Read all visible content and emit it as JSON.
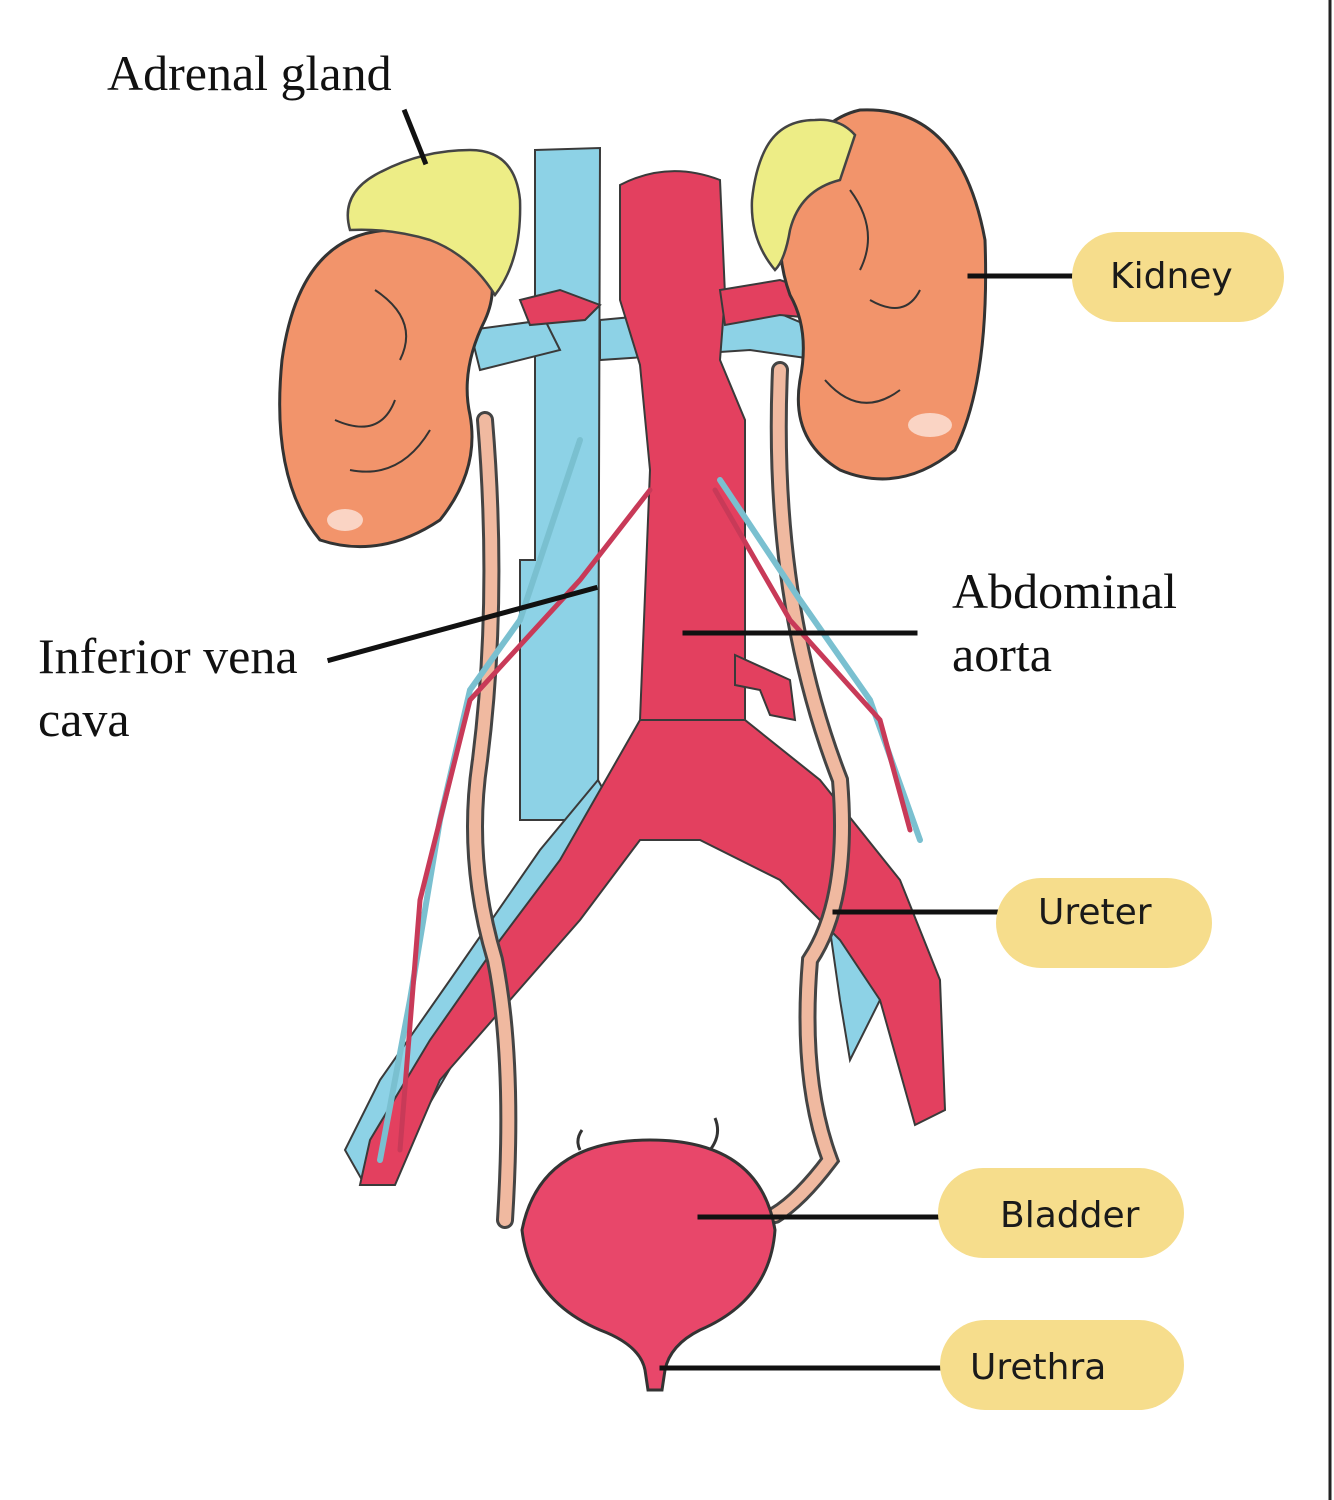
{
  "labels": {
    "adrenal_gland": "Adrenal gland",
    "inferior_vena_cava_line1": "Inferior vena",
    "inferior_vena_cava_line2": "cava",
    "abdominal_aorta_line1": "Abdominal",
    "abdominal_aorta_line2": "aorta",
    "kidney": "Kidney",
    "ureter": "Ureter",
    "bladder": "Bladder",
    "urethra": "Urethra"
  },
  "colors": {
    "kidney": "#f2946b",
    "adrenal": "#eded86",
    "vein": "#8dd2e6",
    "artery": "#e3405f",
    "bladder": "#e8476a",
    "ureter": "#f0b9a0",
    "pill": "#f6dd8c",
    "leader_line": "#111111"
  }
}
